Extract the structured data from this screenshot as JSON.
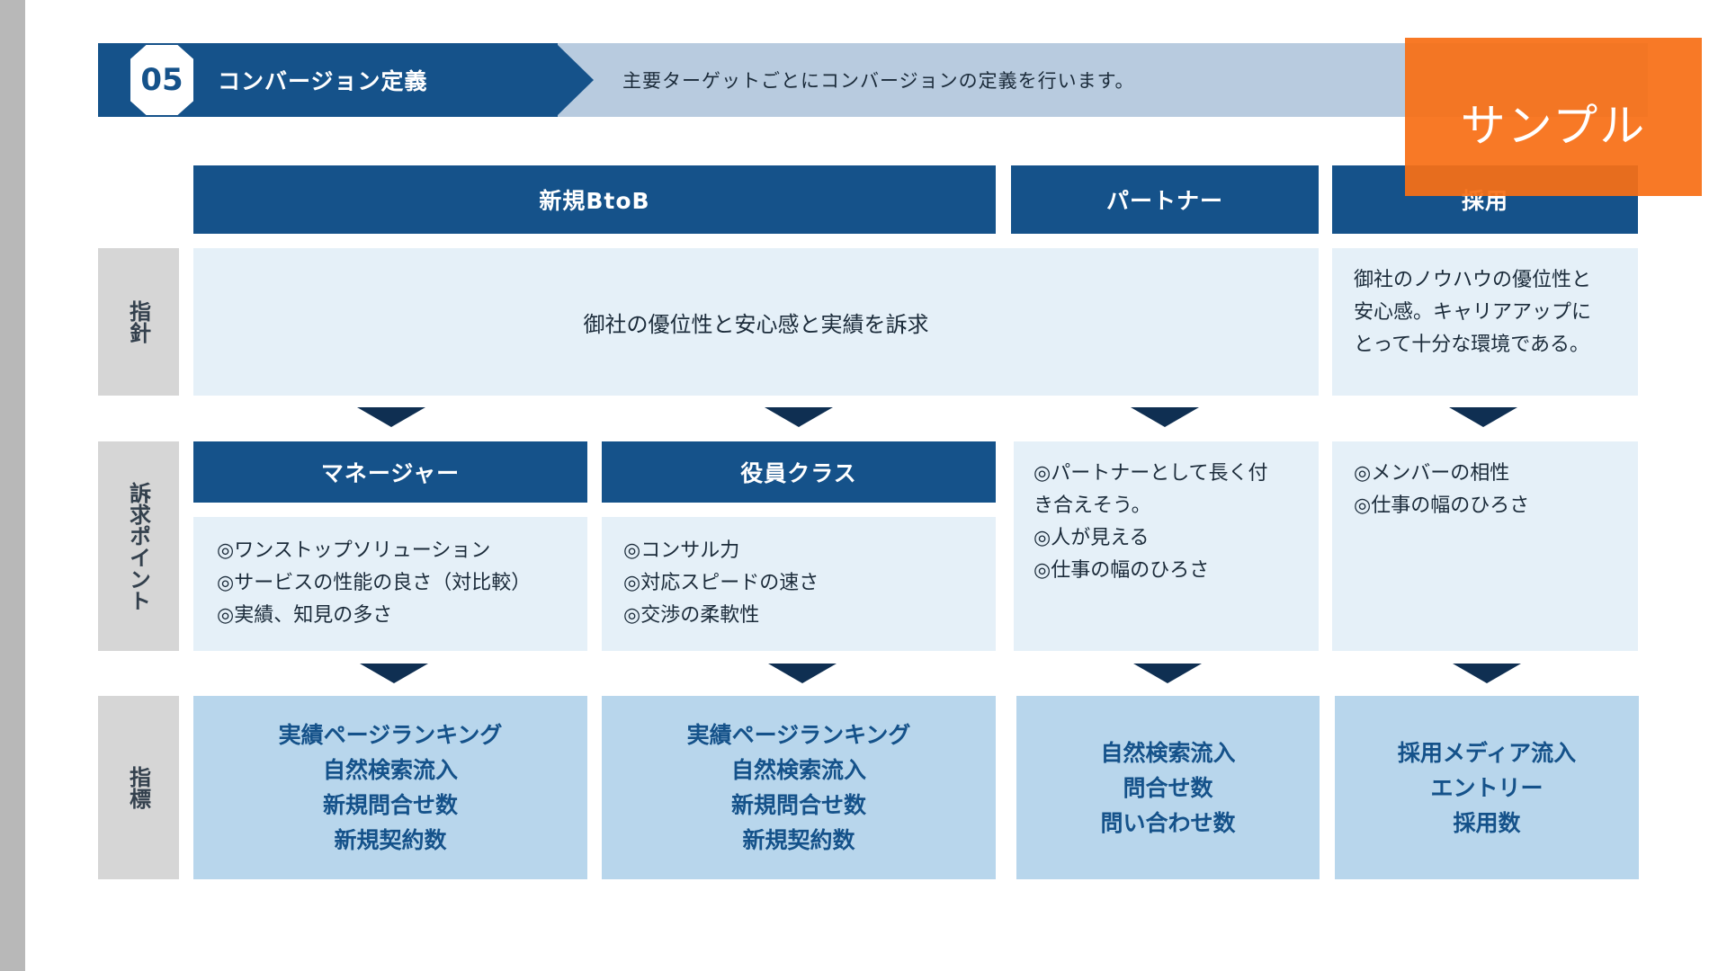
{
  "header": {
    "number": "05",
    "title": "コンバージョン定義",
    "description": "主要ターゲットごとにコンバージョンの定義を行います。"
  },
  "stamp": "サンプル",
  "columns": {
    "btob": "新規BtoB",
    "partner": "パートナー",
    "recruit": "採用"
  },
  "row_labels": {
    "policy": "指針",
    "appeal": "訴求ポイント",
    "metrics": "指標"
  },
  "policy": {
    "main": "御社の優位性と安心感と実績を訴求",
    "recruit": [
      "御社のノウハウの優位性と",
      "安心感。キャリアアップに",
      "とって十分な環境である。"
    ]
  },
  "appeal": {
    "manager_title": "マネージャー",
    "manager_points": [
      "◎ワンストップソリューション",
      "◎サービスの性能の良さ（対比較）",
      "◎実績、知見の多さ"
    ],
    "exec_title": "役員クラス",
    "exec_points": [
      "◎コンサル力",
      "◎対応スピードの速さ",
      "◎交渉の柔軟性"
    ],
    "partner_points": [
      "◎パートナーとして長く付",
      "き合えそう。",
      "◎人が見える",
      "◎仕事の幅のひろさ"
    ],
    "recruit_points": [
      "◎メンバーの相性",
      "◎仕事の幅のひろさ"
    ]
  },
  "metrics": {
    "manager": [
      "実績ページランキング",
      "自然検索流入",
      "新規問合せ数",
      "新規契約数"
    ],
    "exec": [
      "実績ページランキング",
      "自然検索流入",
      "新規問合せ数",
      "新規契約数"
    ],
    "partner": [
      "自然検索流入",
      "問合せ数",
      "問い合わせ数"
    ],
    "recruit": [
      "採用メディア流入",
      "エントリー",
      "採用数"
    ]
  },
  "colors": {
    "primary": "#15528a",
    "header_light": "#b8cbdf",
    "box_light": "#e5f0f8",
    "box_mid": "#b8d6ec",
    "label_gray": "#d6d6d6",
    "stamp_orange": "#f76f16"
  }
}
